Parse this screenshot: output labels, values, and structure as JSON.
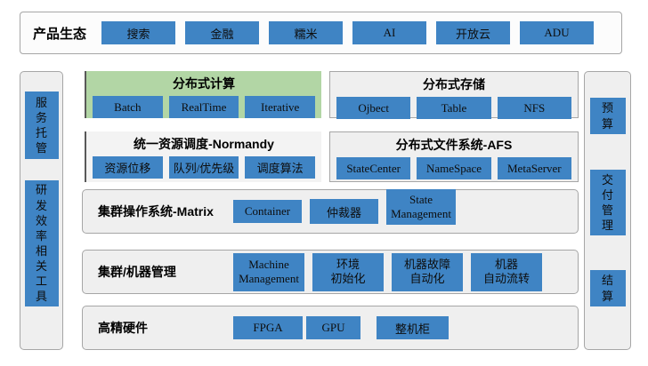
{
  "colors": {
    "blue": "#3f84c4",
    "green": "#b2d6a5",
    "panel": "#efefef",
    "border": "#a6a6a6",
    "edge": "#595959"
  },
  "top_bar": {
    "label": "产品生态",
    "items": [
      "搜索",
      "金融",
      "糯米",
      "AI",
      "开放云",
      "ADU"
    ]
  },
  "left_rail": {
    "items": [
      "服务托管",
      "研发效率相关工具"
    ]
  },
  "right_rail": {
    "items": [
      "预算",
      "交付管理",
      "结算"
    ]
  },
  "row1": {
    "left": {
      "title": "分布式计算",
      "items": [
        "Batch",
        "RealTime",
        "Iterative"
      ]
    },
    "right": {
      "title": "分布式存储",
      "items": [
        "Ojbect",
        "Table",
        "NFS"
      ]
    }
  },
  "row2": {
    "left": {
      "title": "统一资源调度-Normandy",
      "items": [
        "资源位移",
        "队列/优先级",
        "调度算法"
      ]
    },
    "right": {
      "title": "分布式文件系统-AFS",
      "items": [
        "StateCenter",
        "NameSpace",
        "MetaServer"
      ]
    }
  },
  "row3": {
    "title": "集群操作系统-Matrix",
    "items": [
      "Container",
      "仲裁器",
      "State\nManagement"
    ]
  },
  "row4": {
    "title": "集群/机器管理",
    "items": [
      "Machine\nManagement",
      "环境\n初始化",
      "机器故障\n自动化",
      "机器\n自动流转"
    ]
  },
  "row5": {
    "title": "高精硬件",
    "items": [
      "FPGA",
      "GPU",
      "整机柜"
    ]
  }
}
